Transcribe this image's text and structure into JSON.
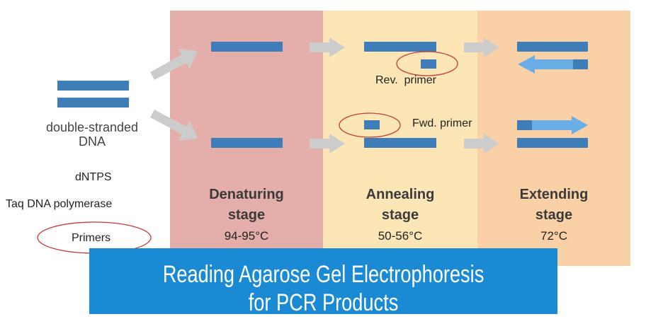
{
  "left_panel": {
    "dna_label": "double-stranded\nDNA",
    "dntps_label": "dNTPS",
    "taq_label": "Taq DNA polymerase",
    "primers_label": "Primers"
  },
  "stages": [
    {
      "name": "Denaturing\nstage",
      "temp": "94-95°C"
    },
    {
      "name": "Annealing\nstage",
      "temp": "50-56°C"
    },
    {
      "name": "Extending\nstage",
      "temp": "72°C"
    }
  ],
  "primer_labels": {
    "rev": "Rev.  primer",
    "fwd": "Fwd. primer"
  },
  "banner": {
    "title": "Reading Agarose Gel Electrophoresis\nfor PCR Products"
  },
  "colors": {
    "strand": "#3f7db9",
    "primer_new": "#6aaee8",
    "gray_arrow": "#cccccc",
    "circle": "#c43a3a",
    "denaturing_bg": "#e4aeaa",
    "annealing_bg": "#fce6b6",
    "extending_bg": "#fad1a6",
    "banner_bg": "#1a8ad4"
  }
}
